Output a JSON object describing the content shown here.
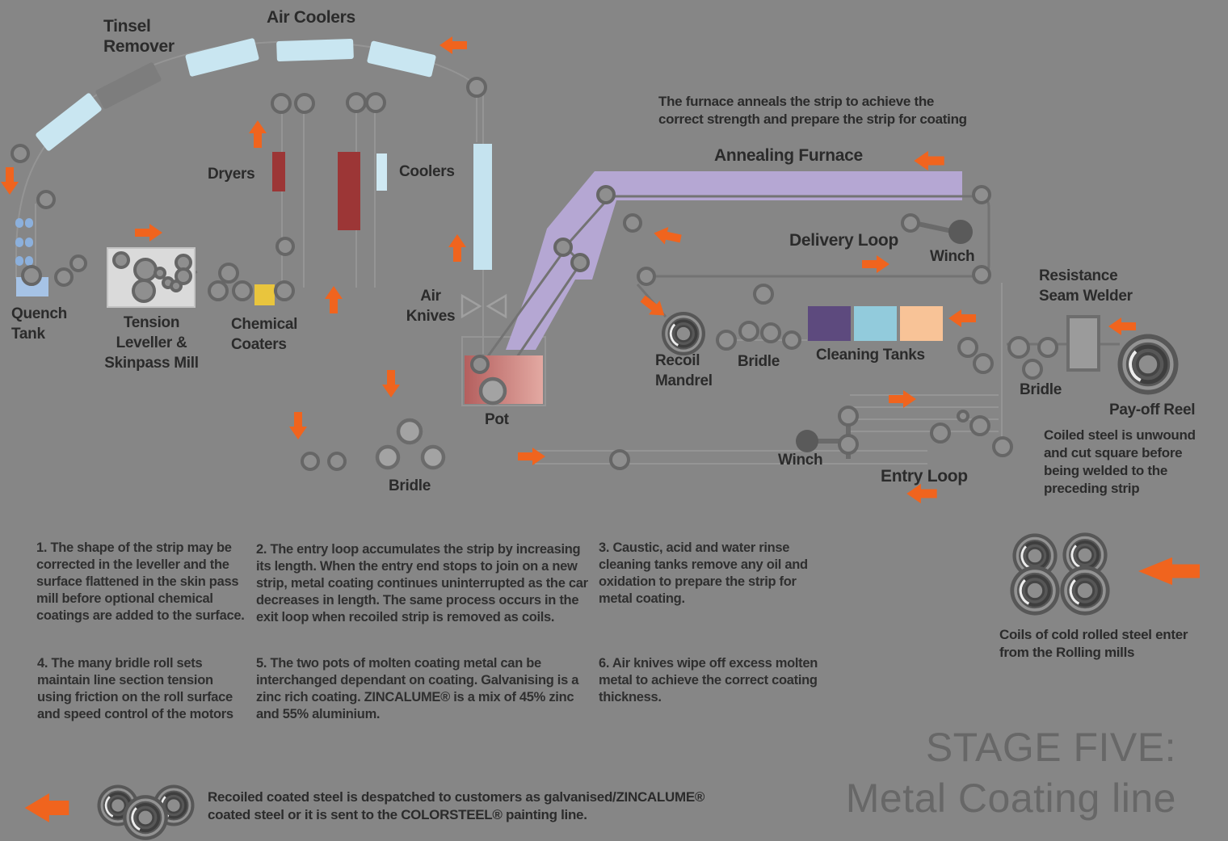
{
  "title": {
    "line1": "STAGE FIVE:",
    "line2": "Metal Coating line"
  },
  "labels": {
    "tinsel_remover": "Tinsel\nRemover",
    "air_coolers": "Air Coolers",
    "dryers": "Dryers",
    "coolers": "Coolers",
    "quench_tank": "Quench\nTank",
    "tension_leveller": "Tension\nLeveller &\nSkinpass Mill",
    "chemical_coaters": "Chemical\nCoaters",
    "air_knives": "Air\nKnives",
    "pot": "Pot",
    "bridle_center": "Bridle",
    "annealing_furnace": "Annealing Furnace",
    "delivery_loop": "Delivery Loop",
    "winch_top": "Winch",
    "recoil_mandrel": "Recoil\nMandrel",
    "bridle_mid": "Bridle",
    "cleaning_tanks": "Cleaning Tanks",
    "resistance_seam_welder": "Resistance\nSeam Welder",
    "bridle_right": "Bridle",
    "pay_off_reel": "Pay-off Reel",
    "winch_bottom": "Winch",
    "entry_loop": "Entry Loop"
  },
  "notes": {
    "furnace": "The furnace anneals the strip to achieve the\ncorrect strength and prepare the strip for coating",
    "coiled_steel": "Coiled steel is unwound\nand cut square before\nbeing welded to the\npreceding strip",
    "coils_enter": "Coils of cold rolled steel enter\nfrom the Rolling mills",
    "recoiled": "Recoiled coated steel is despatched to customers as galvanised/ZINCALUME®\ncoated steel or it is sent to the  COLORSTEEL® painting line."
  },
  "steps": {
    "s1": "1. The shape of the strip may be corrected in the leveller and the surface flattened in the skin pass mill before optional chemical coatings are added to the surface.",
    "s2": "2. The entry loop accumulates the strip by increasing its length. When the entry end stops to join on a new strip, metal coating continues uninterrupted as the car decreases in length. The same process occurs in the exit loop when recoiled strip is removed as coils.",
    "s3": "3. Caustic, acid and water rinse cleaning tanks remove any oil and oxidation to prepare the strip for metal coating.",
    "s4": "4. The many bridle roll sets maintain line section tension using friction on the roll surface and speed control of the motors",
    "s5": "5. The two pots of molten coating metal can be interchanged dependant on coating. Galvanising is a zinc rich coating. ZINCALUME® is a mix of 45% zinc and 55% aluminium.",
    "s6": "6. Air knives wipe off excess molten metal to achieve the correct coating thickness."
  },
  "colors": {
    "background": "#868686",
    "arrow_orange": "#F0641E",
    "furnace_purple": "#b5a7d3",
    "dryer_red": "#9c3636",
    "cooler_blue": "#c5e3ef",
    "quench_blue": "#a6c3e6",
    "chemical_yellow": "#e9c53d",
    "cleaning_tank_purple": "#5d4a7e",
    "cleaning_tank_blue": "#92cbdc",
    "cleaning_tank_peach": "#f8c397",
    "pot_red_left": "#b45f5e",
    "pot_red_right": "#e3a9a2",
    "text_dark": "#2b2b2b",
    "title_gray": "#676767"
  }
}
